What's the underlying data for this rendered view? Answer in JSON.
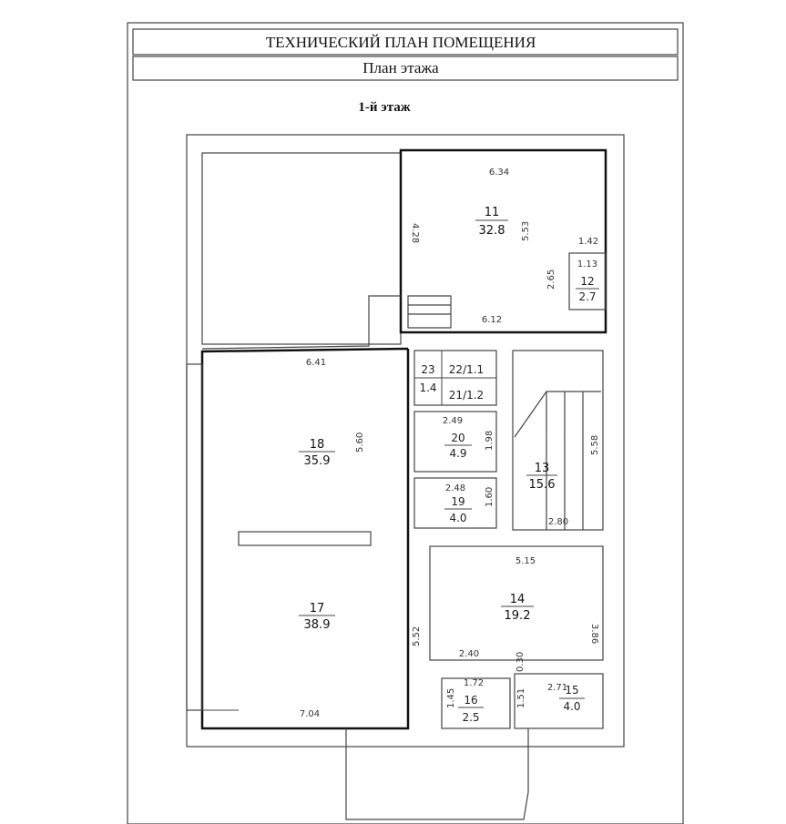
{
  "header": {
    "title": "ТЕХНИЧЕСКИЙ ПЛАН ПОМЕЩЕНИЯ",
    "subtitle": "План этажа",
    "floor": "1-й этаж"
  },
  "rooms": {
    "r11": {
      "num": "11",
      "area": "32.8"
    },
    "r12": {
      "num": "12",
      "area": "2.7"
    },
    "r13": {
      "num": "13",
      "area": "15.6"
    },
    "r14": {
      "num": "14",
      "area": "19.2"
    },
    "r15": {
      "num": "15",
      "area": "4.0"
    },
    "r16": {
      "num": "16",
      "area": "2.5"
    },
    "r17": {
      "num": "17",
      "area": "38.9"
    },
    "r18": {
      "num": "18",
      "area": "35.9"
    },
    "r19": {
      "num": "19",
      "area": "4.0"
    },
    "r20": {
      "num": "20",
      "area": "4.9"
    },
    "r21": {
      "label": "21/1.2"
    },
    "r22": {
      "label": "22/1.1"
    },
    "r23": {
      "num": "23",
      "area": "1.4"
    }
  },
  "dims": [
    "6.34",
    "4.28",
    "5.53",
    "1.42",
    "1.13",
    "2.65",
    "6.12",
    "6.41",
    "5.60",
    "2.49",
    "1.98",
    "2.48",
    "1.60",
    "5.58",
    "2.80",
    "5.15",
    "3.86",
    "5.52",
    "2.40",
    "0.30",
    "1.72",
    "1.45",
    "1.51",
    "2.71",
    "7.04"
  ]
}
